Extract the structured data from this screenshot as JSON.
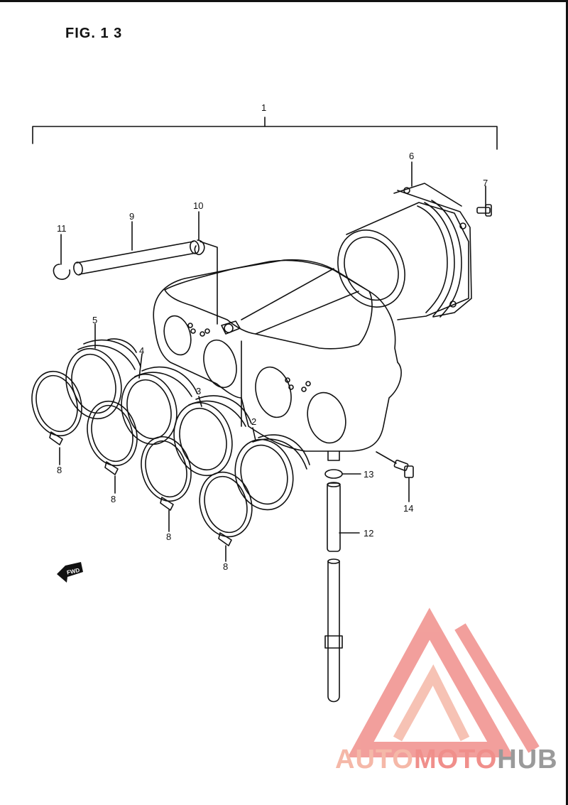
{
  "figure": {
    "title": "FIG. 1 3"
  },
  "callouts": {
    "c1": "1",
    "c2": "2",
    "c3": "3",
    "c4": "4",
    "c5": "5",
    "c6": "6",
    "c7": "7",
    "c8a": "8",
    "c8b": "8",
    "c8c": "8",
    "c8d": "8",
    "c9": "9",
    "c10": "10",
    "c11": "11",
    "c12": "12",
    "c13": "13",
    "c14": "14"
  },
  "fwd_arrow": {
    "label": "FWD"
  },
  "watermark": {
    "part1": "AUTO",
    "part2": "MOTO",
    "part3": "HUB",
    "colors": {
      "logo": "#f08f8b",
      "logo_light": "#f5b8a8",
      "gray": "#9a9a9a"
    }
  }
}
